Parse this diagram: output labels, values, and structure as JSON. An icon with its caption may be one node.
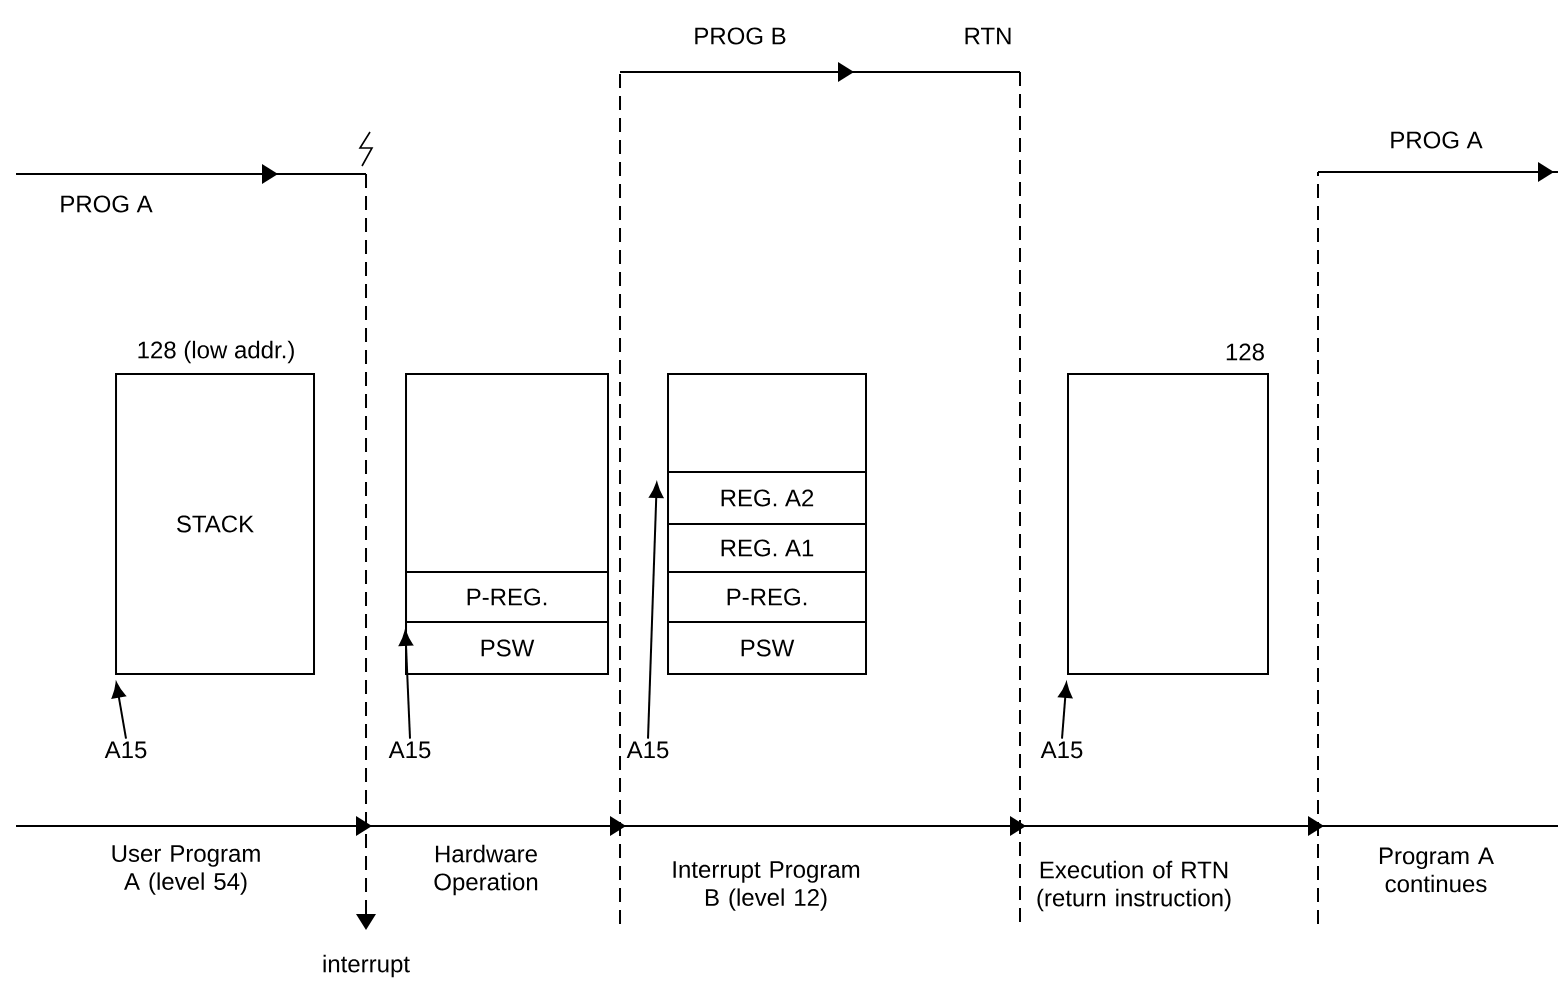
{
  "diagram": {
    "nodes": [
      {
        "text": [
          "STACK"
        ],
        "beside": [
          "128 (low addr.)"
        ]
      },
      {
        "text": [
          "A15"
        ]
      },
      {
        "text": [],
        "shape": "box"
      },
      {
        "text": [
          "P-REG."
        ],
        "in": 2
      },
      {
        "text": [
          "PSW"
        ],
        "in": 2
      },
      {
        "text": [
          "A15"
        ]
      },
      {
        "text": [],
        "shape": "box"
      },
      {
        "text": [
          "REG. A2"
        ],
        "in": 6
      },
      {
        "text": [
          "REG. A1"
        ],
        "in": 6
      },
      {
        "text": [
          "P-REG."
        ],
        "in": 6
      },
      {
        "text": [
          "PSW"
        ],
        "in": 6
      },
      {
        "text": [
          "A15"
        ]
      },
      {
        "text": [],
        "shape": "box",
        "beside": [
          "128"
        ]
      },
      {
        "text": [
          "A15"
        ]
      }
    ],
    "edges": [
      {
        "from": 1,
        "to": 0,
        "arrow": "to"
      },
      {
        "from": 5,
        "to": 3,
        "arrow": "to"
      },
      {
        "from": 11,
        "to": 7,
        "arrow": "to"
      },
      {
        "from": 13,
        "to": 12,
        "arrow": "to"
      }
    ],
    "labels": [
      "PROG B",
      "RTN",
      "PROG A",
      "PROG A",
      "User Program A (level 54)",
      "Hardware Operation",
      "Interrupt Program B (level 12)",
      "Execution of RTN (return instruction)",
      "Program A continues",
      "interrupt"
    ]
  }
}
